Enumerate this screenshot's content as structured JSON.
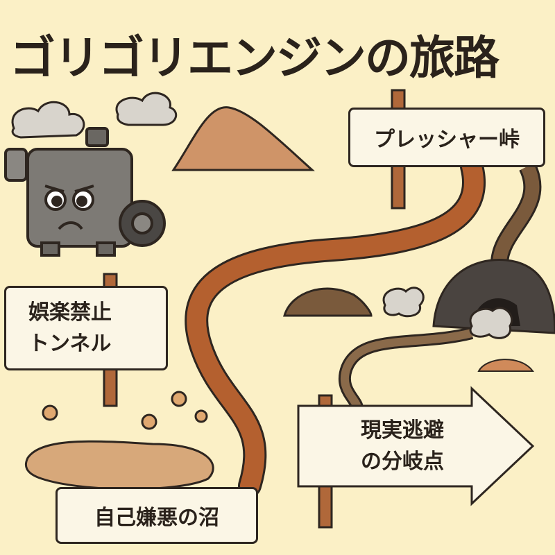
{
  "title": "ゴリゴリエンジンの旅路",
  "signs": {
    "pass": "プレッシャー峠",
    "tunnel_line1": "娯楽禁止",
    "tunnel_line2": "トンネル",
    "fork_line1": "現実逃避",
    "fork_line2": "の分岐点",
    "swamp": "自己嫌悪の沼"
  },
  "colors": {
    "background": "#fbf0c6",
    "road": "#b4602f",
    "outline": "#2e2620",
    "sign": "#fbf6e6"
  }
}
